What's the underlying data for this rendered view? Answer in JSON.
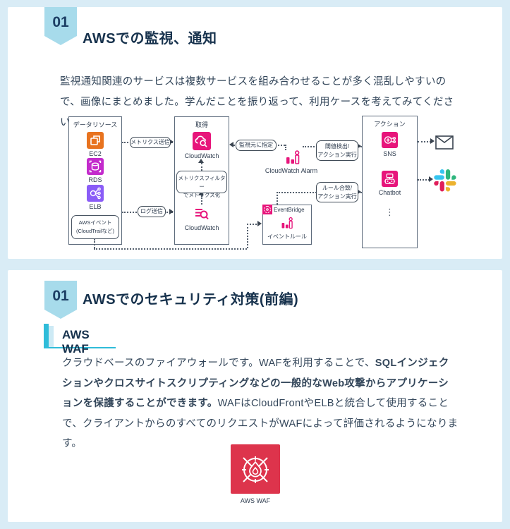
{
  "colors": {
    "page_bg": "#d9ecf6",
    "card_bg": "#ffffff",
    "badge_bg": "#a7dbeb",
    "accent_cyan": "#2fbcd9",
    "title_navy": "#17324d",
    "body_text": "#33465a",
    "aws_pink": "#e7157b",
    "ec2_orange": "#e8731f",
    "rds_magenta": "#c32bcc",
    "elb_purple": "#8a5cf7",
    "waf_red": "#dd344c",
    "slack_blue": "#36c5f0",
    "slack_green": "#2eb67d",
    "slack_yellow": "#ecb22e",
    "slack_red": "#e01e5a"
  },
  "section1": {
    "badge": "01",
    "title": "AWSでの監視、通知",
    "paragraph": "監視通知関連のサービスは複数サービスを組み合わせることが多く混乱しやすいので、画像にまとめました。学んだことを振り返って、利用ケースを考えてみてください。",
    "diagram": {
      "datasource": {
        "title": "データリソース",
        "ec2": "EC2",
        "rds": "RDS",
        "elb": "ELB",
        "event_note_line1": "AWSイベント",
        "event_note_line2": "(CloudTrailなど)"
      },
      "acquisition": {
        "title": "取得",
        "cloudwatch_top": "CloudWatch",
        "cloudwatch_bottom": "CloudWatch",
        "filter_note_line1": "メトリクスフィルター",
        "filter_note_line2": "でメトリクス化"
      },
      "action": {
        "title": "アクション",
        "sns": "SNS",
        "chatbot": "Chatbot",
        "more": "⋮"
      },
      "alarm_label": "CloudWatch Alarm",
      "eventbridge": {
        "name": "EventBridge",
        "rule_label": "イベントルール"
      },
      "edge_labels": {
        "metric_send": "メトリクス送信",
        "log_send": "ログ送信",
        "monitor_source": "監視元に指定",
        "threshold_line1": "閾値検出/",
        "threshold_line2": "アクション実行",
        "rule_line1": "ルール合致/",
        "rule_line2": "アクション実行"
      }
    }
  },
  "section2": {
    "badge": "01",
    "title": "AWSでのセキュリティ対策(前編)",
    "subheading": "AWS WAF",
    "paragraph": {
      "part1": "クラウドベースのファイアウォールです。WAFを利用することで、",
      "part2_bold": "SQLインジェクションやクロスサイトスクリプティングなどの一般的なWeb攻撃からアプリケーションを保護することができます。",
      "part3": "WAFはCloudFrontやELBと統合して使用することで、クライアントからのすべてのリクエストがWAFによって評価されるようになります。"
    },
    "waf_caption": "AWS WAF"
  }
}
